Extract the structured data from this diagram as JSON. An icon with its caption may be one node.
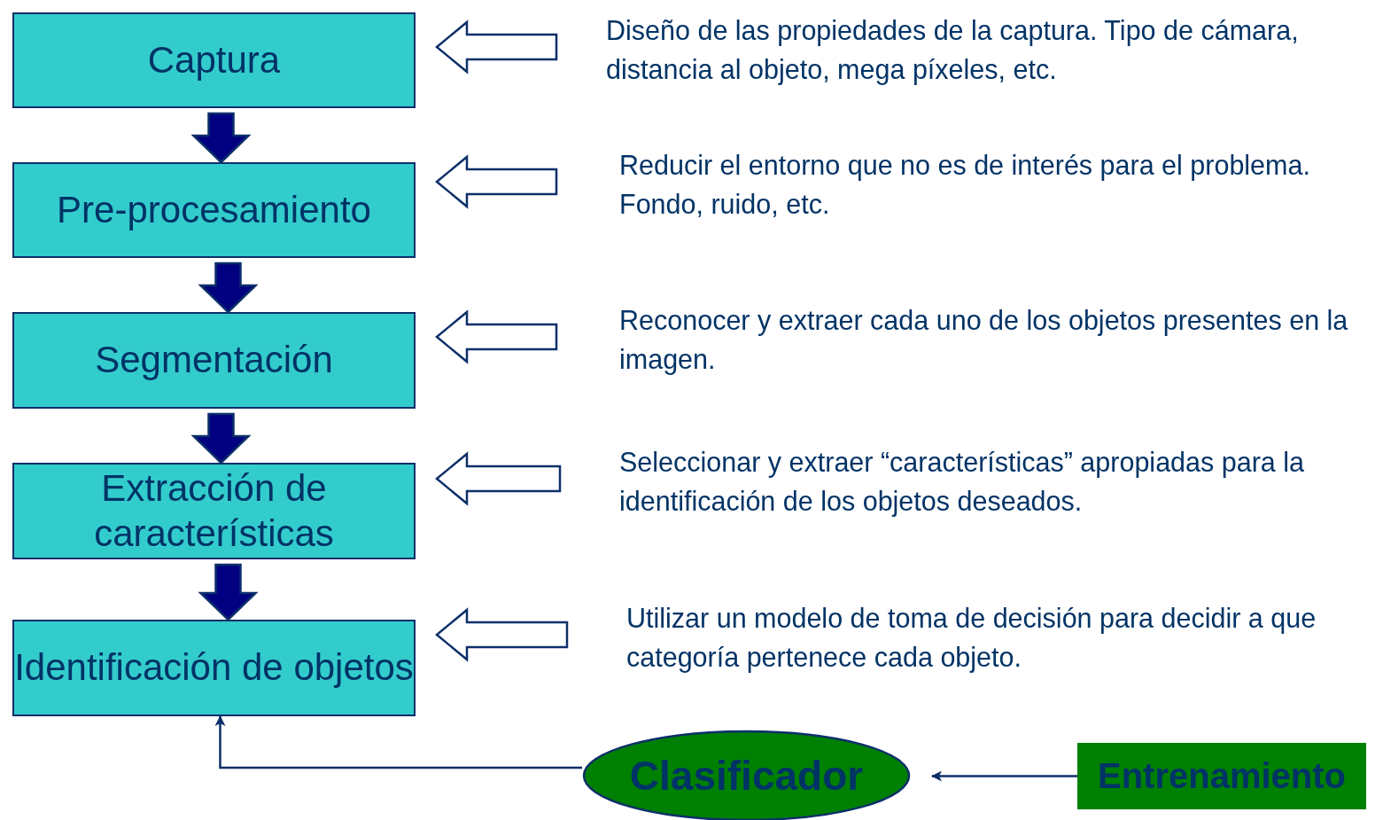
{
  "diagram": {
    "nodes": [
      {
        "text": [
          "Captura"
        ]
      },
      {
        "text": [
          "Pre-procesamiento"
        ]
      },
      {
        "text": [
          "Segmentación"
        ]
      },
      {
        "text": [
          "Extracción de características"
        ]
      },
      {
        "text": [
          "Identificación de objetos"
        ]
      },
      {
        "text": [
          "Diseño de las propiedades de la captura. Tipo de cámara, distancia al objeto, mega píxeles, etc."
        ]
      },
      {
        "text": [
          "Reducir el entorno que no es de interés para el problema. Fondo, ruido, etc."
        ]
      },
      {
        "text": [
          "Reconocer y extraer cada uno de los objetos presentes en la imagen."
        ]
      },
      {
        "text": [
          "Seleccionar y extraer “características” apropiadas para la identificación de los objetos deseados."
        ]
      },
      {
        "text": [
          "Utilizar un modelo de toma de decisión para decidir a que categoría pertenece cada objeto."
        ]
      },
      {
        "text": [
          "Clasificador"
        ]
      },
      {
        "text": [
          "Entrenamiento"
        ]
      }
    ],
    "edges": [
      {
        "from": 0,
        "to": 1,
        "arrow": "to",
        "style": "thick",
        "color": "#000080"
      },
      {
        "from": 1,
        "to": 2,
        "arrow": "to",
        "style": "thick",
        "color": "#000080"
      },
      {
        "from": 2,
        "to": 3,
        "arrow": "to",
        "style": "thick",
        "color": "#000080"
      },
      {
        "from": 3,
        "to": 4,
        "arrow": "to",
        "style": "thick",
        "color": "#000080"
      },
      {
        "from": 5,
        "to": 0,
        "arrow": "to",
        "style": "thick"
      },
      {
        "from": 6,
        "to": 1,
        "arrow": "to",
        "style": "thick"
      },
      {
        "from": 7,
        "to": 2,
        "arrow": "to",
        "style": "thick"
      },
      {
        "from": 8,
        "to": 3,
        "arrow": "to",
        "style": "thick"
      },
      {
        "from": 9,
        "to": 4,
        "arrow": "to",
        "style": "thick"
      },
      {
        "from": 11,
        "to": 10,
        "arrow": "to"
      },
      {
        "from": 10,
        "to": 4,
        "arrow": "to"
      }
    ]
  }
}
